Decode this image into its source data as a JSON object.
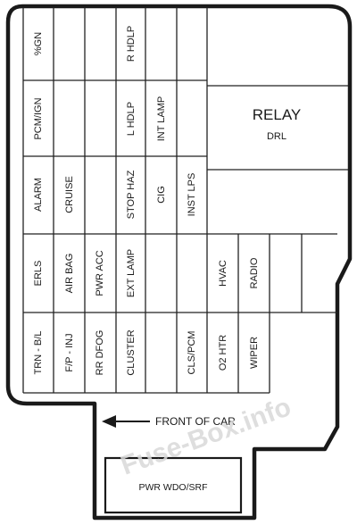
{
  "fuse_slots": {
    "row1": [
      "%GN",
      "R HDLP"
    ],
    "row2": [
      "PCM/IGN",
      "L HDLP",
      "INT LAMP"
    ],
    "row3": [
      "ALARM",
      "CRUISE",
      "STOP HAZ",
      "CIG",
      "INST LPS"
    ],
    "row4": [
      "ERLS",
      "AIR BAG",
      "PWR ACC",
      "EXT LAMP",
      "HVAC",
      "RADIO"
    ],
    "row5": [
      "TRN - B/L",
      "F/P - INJ",
      "RR DFOG",
      "CLUSTER",
      "CLS/PCM",
      "O2 HTR",
      "WIPER"
    ]
  },
  "relay": {
    "title": "RELAY",
    "subtitle": "DRL"
  },
  "front_label": "FRONT OF CAR",
  "bottom_box_label": "PWR WDO/SRF",
  "watermark": "Fuse-Box.info"
}
